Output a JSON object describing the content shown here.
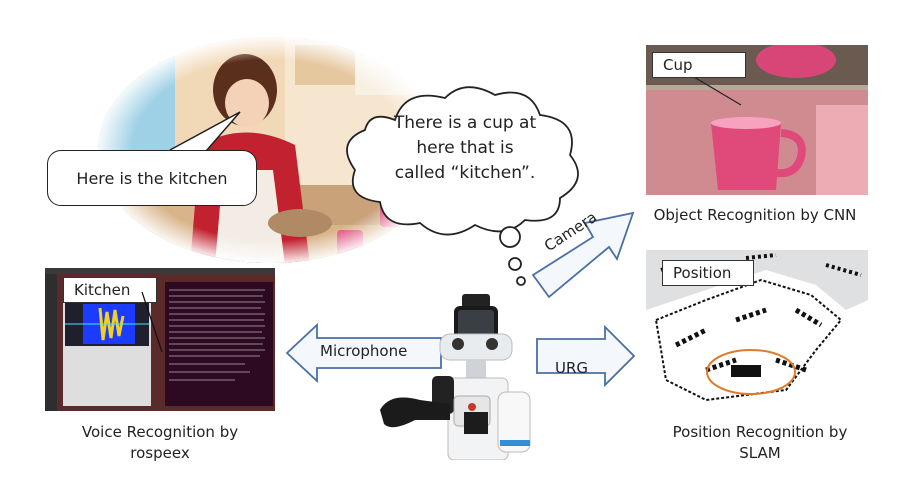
{
  "speech_bubble": {
    "text": "Here is the kitchen"
  },
  "thought_bubble": {
    "lines": [
      "There is a cup at",
      "here that is",
      "called “kitchen”."
    ]
  },
  "object_panel": {
    "tag": "Cup",
    "caption": "Object Recognition by CNN"
  },
  "position_panel": {
    "tag": "Position",
    "caption_lines": [
      "Position Recognition by",
      "SLAM"
    ]
  },
  "voice_panel": {
    "tag": "Kitchen",
    "caption_lines": [
      "Voice Recognition by",
      "rospeex"
    ]
  },
  "arrows": {
    "camera": "Camera",
    "microphone": "Microphone",
    "urg": "URG"
  },
  "colors": {
    "arrow_fill": "#f4f7fb",
    "arrow_stroke": "#4a6fa5",
    "cup_pink": "#e04a7a",
    "slam_circle": "#e07b2a"
  }
}
